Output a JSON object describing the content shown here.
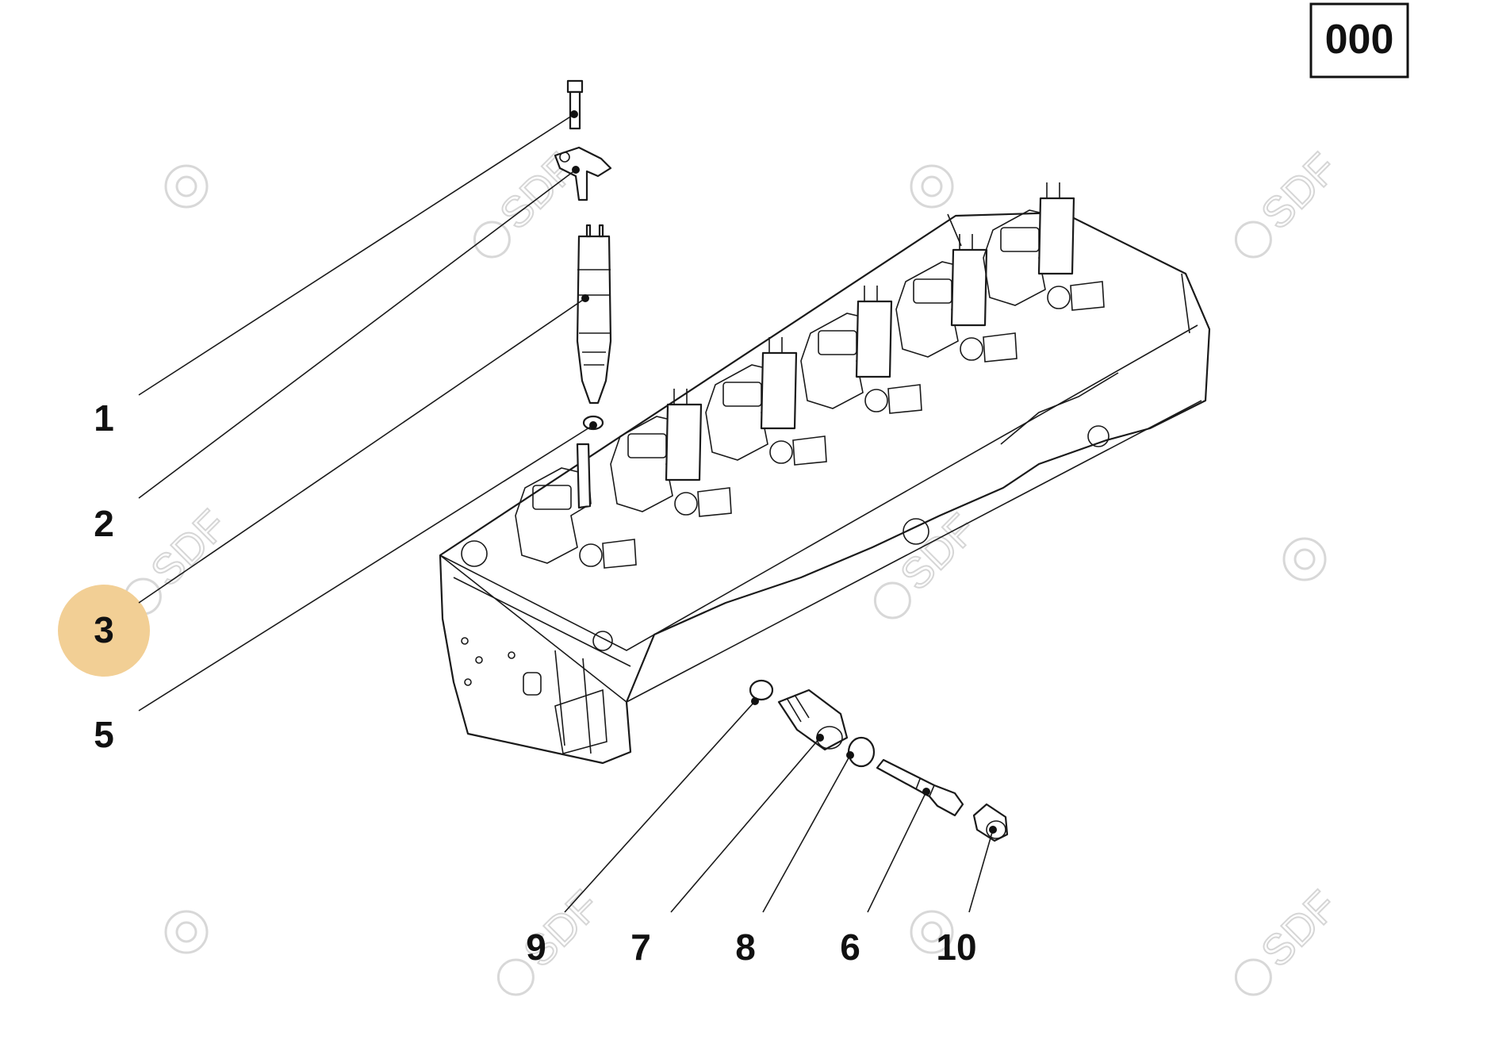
{
  "diagram": {
    "page_code": "000",
    "watermark": "SDF",
    "highlighted_callout": "3",
    "highlight_color": "#f2cf95",
    "callouts": [
      {
        "id": "c1",
        "label": "1"
      },
      {
        "id": "c2",
        "label": "2"
      },
      {
        "id": "c3",
        "label": "3"
      },
      {
        "id": "c5",
        "label": "5"
      },
      {
        "id": "c9",
        "label": "9"
      },
      {
        "id": "c7",
        "label": "7"
      },
      {
        "id": "c8",
        "label": "8"
      },
      {
        "id": "c6",
        "label": "6"
      },
      {
        "id": "c10",
        "label": "10"
      }
    ]
  }
}
